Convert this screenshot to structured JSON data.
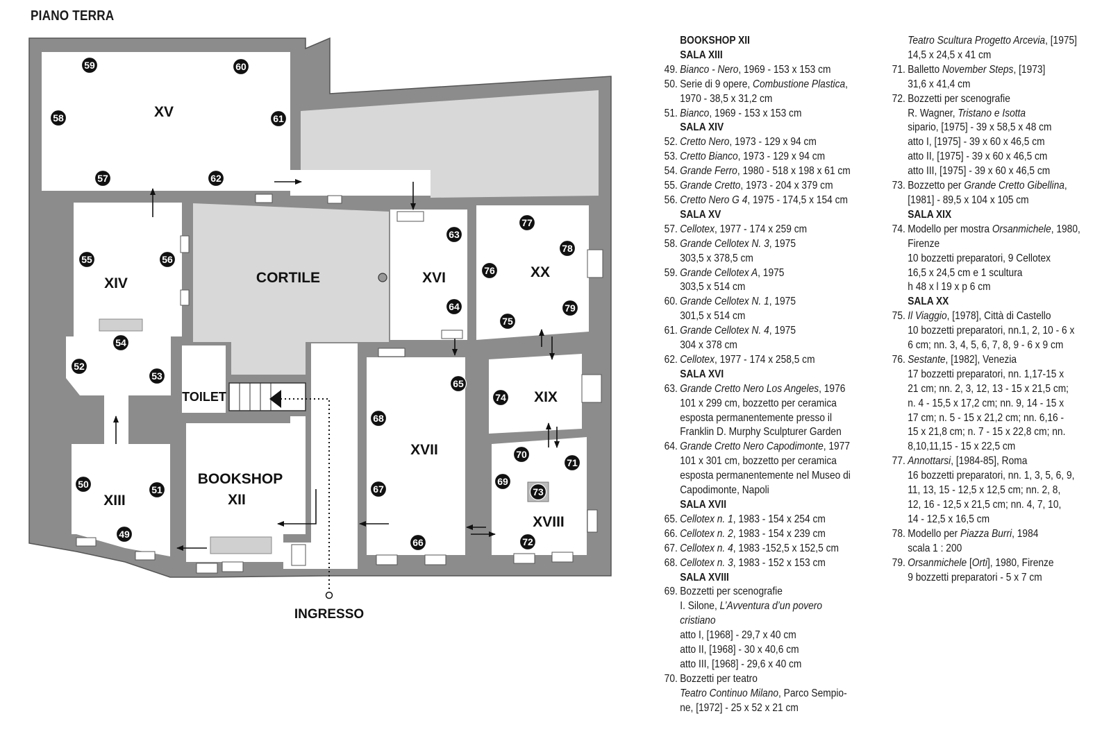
{
  "floor_title": "PIANO TERRA",
  "rooms": {
    "xv": "XV",
    "xiv": "XIV",
    "cortile": "CORTILE",
    "xvi": "XVI",
    "xx": "XX",
    "toilet": "TOILET",
    "xix": "XIX",
    "xiii": "XIII",
    "bookshop_1": "BOOKSHOP",
    "bookshop_2": "XII",
    "xvii": "XVII",
    "xviii": "XVIII",
    "ingresso": "INGRESSO"
  },
  "markers": [
    "59",
    "60",
    "58",
    "61",
    "57",
    "62",
    "55",
    "56",
    "54",
    "52",
    "53",
    "50",
    "51",
    "49",
    "63",
    "64",
    "77",
    "78",
    "76",
    "79",
    "75",
    "65",
    "68",
    "67",
    "66",
    "74",
    "70",
    "71",
    "69",
    "73",
    "72"
  ],
  "legend_col1": [
    {
      "t": "BOOKSHOP XII",
      "h": true
    },
    {
      "t": "SALA XIII",
      "h": true
    },
    {
      "n": "49.",
      "i": "Bianco - Nero",
      "r": ", 1969 - 153 x 153 cm"
    },
    {
      "n": "50.",
      "t": "Serie di 9 opere, ",
      "i": "Combustione Plastica",
      "r": ","
    },
    {
      "t": "1970 - 38,5 x 31,2 cm"
    },
    {
      "n": "51.",
      "i": "Bianco",
      "r": ", 1969 - 153 x 153 cm"
    },
    {
      "t": "SALA XIV",
      "h": true
    },
    {
      "n": "52.",
      "i": "Cretto Nero",
      "r": ", 1973 - 129 x 94 cm"
    },
    {
      "n": "53.",
      "i": "Cretto Bianco",
      "r": ", 1973 - 129 x 94 cm"
    },
    {
      "n": "54.",
      "i": "Grande Ferro",
      "r": ", 1980 - 518 x 198 x 61 cm"
    },
    {
      "n": "55.",
      "i": "Grande Cretto",
      "r": ", 1973 - 204 x 379 cm"
    },
    {
      "n": "56.",
      "i": "Cretto Nero G 4",
      "r": ", 1975 - 174,5 x 154 cm"
    },
    {
      "t": "SALA XV",
      "h": true
    },
    {
      "n": "57.",
      "i": "Cellotex",
      "r": ", 1977 - 174 x 259 cm"
    },
    {
      "n": "58.",
      "i": "Grande Cellotex N. 3",
      "r": ", 1975"
    },
    {
      "t": "303,5 x 378,5 cm"
    },
    {
      "n": "59.",
      "i": "Grande Cellotex A",
      "r": ", 1975"
    },
    {
      "t": "303,5 x 514 cm"
    },
    {
      "n": "60.",
      "i": "Grande Cellotex N. 1",
      "r": ", 1975"
    },
    {
      "t": "301,5 x 514 cm"
    },
    {
      "n": "61.",
      "i": "Grande Cellotex N. 4",
      "r": ", 1975"
    },
    {
      "t": "304 x 378 cm"
    },
    {
      "n": "62.",
      "i": "Cellotex",
      "r": ", 1977 - 174 x 258,5 cm"
    },
    {
      "t": "SALA XVI",
      "h": true
    },
    {
      "n": "63.",
      "i": "Grande Cretto Nero Los Angeles",
      "r": ", 1976"
    },
    {
      "t": "101 x 299 cm, bozzetto per ceramica"
    },
    {
      "t": "esposta permanentemente presso il"
    },
    {
      "t": "Franklin D. Murphy Sculpturer Garden"
    },
    {
      "n": "64.",
      "i": "Grande Cretto Nero Capodimonte",
      "r": ", 1977"
    },
    {
      "t": "101 x 301 cm, bozzetto per ceramica"
    },
    {
      "t": "esposta permanentemente nel Museo di"
    },
    {
      "t": "Capodimonte, Napoli"
    },
    {
      "t": "SALA XVII",
      "h": true
    },
    {
      "n": "65.",
      "i": "Cellotex n. 1",
      "r": ", 1983 - 154 x 254 cm"
    },
    {
      "n": "66.",
      "i": "Cellotex n. 2",
      "r": ", 1983 - 154 x 239 cm"
    },
    {
      "n": "67.",
      "i": "Cellotex n. 4",
      "r": ", 1983 -152,5 x 152,5 cm"
    },
    {
      "n": "68.",
      "i": "Cellotex n. 3",
      "r": ", 1983 - 152 x 153 cm"
    },
    {
      "t": "SALA XVIII",
      "h": true
    },
    {
      "n": "69.",
      "t": "Bozzetti per scenografie"
    },
    {
      "t": "I. Silone, ",
      "i": "L’Avventura d’un povero"
    },
    {
      "i": "cristiano"
    },
    {
      "t": "atto I, [1968] - 29,7 x 40 cm"
    },
    {
      "t": "atto II, [1968] - 30 x 40,6 cm"
    },
    {
      "t": "atto III, [1968] - 29,6 x 40 cm"
    },
    {
      "n": "70.",
      "t": "Bozzetti per teatro"
    },
    {
      "i": "Teatro Continuo Milano",
      "r": ", Parco Sempio-"
    },
    {
      "t": "ne, [1972] - 25 x 52 x 21 cm"
    }
  ],
  "legend_col2": [
    {
      "i": "Teatro Scultura Progetto Arcevia",
      "r": ", [1975]"
    },
    {
      "t": "14,5 x 24,5 x 41 cm"
    },
    {
      "n": "71.",
      "t": "Balletto ",
      "i": "November Steps",
      "r": ", [1973]"
    },
    {
      "t": "31,6 x 41,4 cm"
    },
    {
      "n": "72.",
      "t": "Bozzetti per scenografie"
    },
    {
      "t": "R. Wagner, ",
      "i": "Tristano e Isotta"
    },
    {
      "t": "sipario, [1975] - 39 x 58,5 x 48 cm"
    },
    {
      "t": "atto I, [1975] - 39 x 60 x 46,5 cm"
    },
    {
      "t": "atto II, [1975] - 39 x 60 x 46,5 cm"
    },
    {
      "t": "atto III, [1975] - 39 x 60 x 46,5 cm"
    },
    {
      "n": "73.",
      "t": "Bozzetto per ",
      "i": "Grande Cretto Gibellina",
      "r": ","
    },
    {
      "t": "[1981] - 89,5 x 104 x 105 cm"
    },
    {
      "t": "SALA XIX",
      "h": true
    },
    {
      "n": "74.",
      "t": "Modello per mostra ",
      "i": "Orsanmichele",
      "r": ", 1980,"
    },
    {
      "t": "Firenze"
    },
    {
      "t": "10 bozzetti preparatori, 9 Cellotex"
    },
    {
      "t": "16,5 x 24,5 cm e 1 scultura"
    },
    {
      "t": "h 48 x l 19 x p 6 cm"
    },
    {
      "t": "SALA XX",
      "h": true
    },
    {
      "n": "75.",
      "i": "Il Viaggio",
      "r": ", [1978], Città di Castello"
    },
    {
      "t": "10 bozzetti preparatori, nn.1, 2, 10 - 6 x"
    },
    {
      "t": "6 cm; nn. 3, 4, 5, 6, 7, 8, 9 - 6 x 9 cm"
    },
    {
      "n": "76.",
      "i": "Sestante",
      "r": ", [1982], Venezia"
    },
    {
      "t": "17 bozzetti preparatori, nn. 1,17-15 x"
    },
    {
      "t": "21 cm; nn. 2, 3, 12, 13 - 15 x 21,5 cm;"
    },
    {
      "t": "n. 4 - 15,5 x 17,2 cm; nn. 9, 14 - 15 x"
    },
    {
      "t": "17 cm; n. 5 - 15 x 21,2 cm; nn. 6,16 -"
    },
    {
      "t": "15 x 21,8 cm; n. 7 - 15 x 22,8 cm; nn."
    },
    {
      "t": "8,10,11,15 - 15 x 22,5 cm"
    },
    {
      "n": "77.",
      "i": "Annottarsi",
      "r": ", [1984-85], Roma"
    },
    {
      "t": "16 bozzetti preparatori, nn. 1, 3, 5, 6, 9,"
    },
    {
      "t": "11, 13, 15 - 12,5 x 12,5 cm; nn. 2, 8,"
    },
    {
      "t": "12, 16 - 12,5 x 21,5 cm; nn. 4, 7, 10,"
    },
    {
      "t": "14 - 12,5 x 16,5 cm"
    },
    {
      "n": "78.",
      "t": "Modello per ",
      "i": "Piazza Burri",
      "r": ", 1984"
    },
    {
      "t": "scala 1 : 200"
    },
    {
      "n": "79.",
      "i": "Orsanmichele",
      "r": " [",
      "i2": "Orti",
      "r2": "], 1980, Firenze"
    },
    {
      "t": "9 bozzetti preparatori - 5 x 7 cm"
    }
  ]
}
